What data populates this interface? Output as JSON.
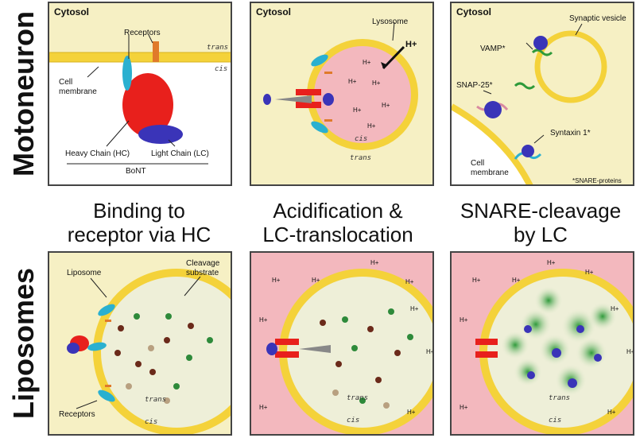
{
  "rows": {
    "top": "Motoneuron",
    "bottom": "Liposomes"
  },
  "titles": {
    "col1": [
      "Binding to",
      "receptor via HC"
    ],
    "col2": [
      "Acidification &",
      "LC-translocation"
    ],
    "col3": [
      "SNARE-cleavage",
      "by LC"
    ]
  },
  "p1": {
    "cytosol": "Cytosol",
    "receptors": "Receptors",
    "trans": "trans",
    "cis": "cis",
    "cell_membrane_1": "Cell",
    "cell_membrane_2": "membrane",
    "heavy_chain": "Heavy Chain (HC)",
    "light_chain": "Light Chain (LC)",
    "bont": "BoNT"
  },
  "p2": {
    "cytosol": "Cytosol",
    "lysosome": "Lysosome",
    "hplus": "H+",
    "cis": "cis",
    "trans": "trans"
  },
  "p3": {
    "cytosol": "Cytosol",
    "synaptic_vesicle": "Synaptic vesicle",
    "vamp": "VAMP*",
    "snap25": "SNAP-25*",
    "syntaxin": "Syntaxin 1*",
    "cell_membrane_1": "Cell",
    "cell_membrane_2": "membrane",
    "footnote": "*SNARE-proteins"
  },
  "p4": {
    "liposome": "Liposome",
    "cleavage_1": "Cleavage",
    "cleavage_2": "substrate",
    "receptors": "Receptors",
    "trans": "trans",
    "cis": "cis"
  },
  "p5": {
    "hplus": "H+",
    "trans": "trans",
    "cis": "cis"
  },
  "p6": {
    "hplus": "H+",
    "trans": "trans",
    "cis": "cis"
  },
  "colors": {
    "cytosol": "#f6f0c4",
    "acidic": "#f3b8be",
    "membrane": "#f4d23a",
    "heavy_chain": "#e8201c",
    "light_chain": "#3a34b8",
    "receptor": "#2ab0d0"
  }
}
